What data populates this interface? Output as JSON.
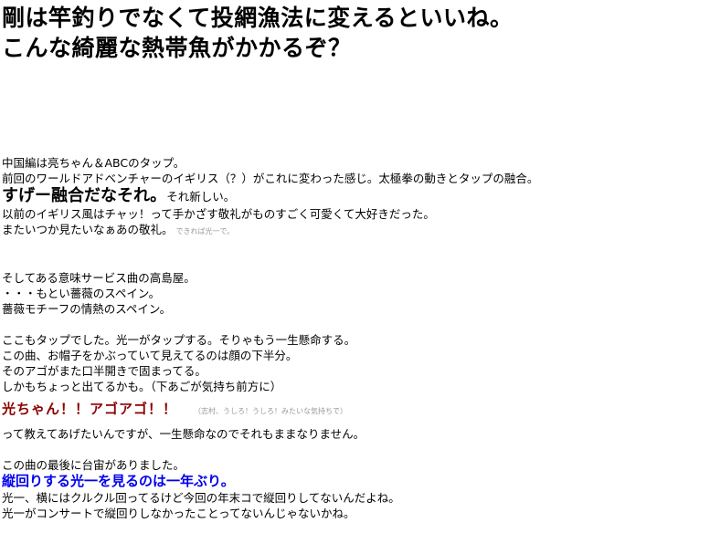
{
  "heading": {
    "line1": "剛は竿釣りでなくて投網漁法に変えるといいね。",
    "line2": "こんな綺麗な熱帯魚がかかるぞ？"
  },
  "body": {
    "p1": {
      "l1": "中国編は亮ちゃん＆ABCのタップ。",
      "l2": "前回のワールドアドベンチャーのイギリス（？）がこれに変わった感じ。太極拳の動きとタップの融合。",
      "l3_big": "すげー融合だなそれ。",
      "l3_rest": "それ新しい。",
      "l4": "以前のイギリス風はチャッ！って手かざす敬礼がものすごく可愛くて大好きだった。",
      "l5": "またいつか見たいなぁあの敬礼。",
      "l5_note": "できれば光一で。"
    },
    "p2": {
      "l1": "そしてある意味サービス曲の高島屋。",
      "l2": "・・・もとい薔薇のスペイン。",
      "l3": "薔薇モチーフの情熱のスペイン。"
    },
    "p3": {
      "l1": "ここもタップでした。光一がタップする。そりゃもう一生懸命する。",
      "l2": "この曲、お帽子をかぶっていて見えてるのは顔の下半分。",
      "l3": "そのアゴがまた口半開きで固まってる。",
      "l4": "しかもちょっと出てるかも。（下あごが気持ち前方に）"
    },
    "p4": {
      "shout": "光ちゃん！！アゴアゴ！！",
      "note": "（志村、うしろ！うしろ！みたいな気持ちで）"
    },
    "p5": {
      "l1": "って教えてあげたいんですが、一生懸命なのでそれもままなりません。"
    },
    "p6": {
      "l1": "この曲の最後に台宙がありました。",
      "l2_blue": "縦回りする光一を見るのは一年ぶり。",
      "l3": "光一、横にはクルクル回ってるけど今回の年末コで縦回りしてないんだよね。",
      "l4": "光一がコンサートで縦回りしなかったことってないんじゃないかね。"
    }
  },
  "colors": {
    "text": "#000000",
    "shout_red": "#8b0000",
    "emphasis_blue": "#0000ee",
    "note_gray": "#999999",
    "background": "#ffffff"
  }
}
